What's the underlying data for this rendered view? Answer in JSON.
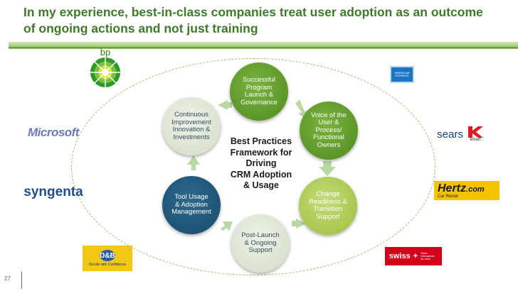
{
  "title": "In my experience, best-in-class companies treat user adoption as an outcome of ongoing actions and not just training",
  "center_label": "Best Practices\nFramework for\nDriving\nCRM Adoption\n& Usage",
  "cycle": [
    {
      "label": "Successful\nProgram\nLaunch &\nGovernance",
      "style": "green"
    },
    {
      "label": "Voice of the\nUser &\nProcess/\nFunctional\nOwners",
      "style": "green"
    },
    {
      "label": "Change\nReadiness &\nTransition\nSupport",
      "style": "lime"
    },
    {
      "label": "Post-Launch\n& Ongoing\nSupport",
      "style": "light"
    },
    {
      "label": "Tool Usage\n& Adoption\nManagement",
      "style": "blue"
    },
    {
      "label": "Continuous\nImprovement\nInnovation &\nInvestments",
      "style": "light"
    }
  ],
  "logos": {
    "bp": {
      "text": "bp",
      "icon": "bp-helios-icon"
    },
    "microsoft": {
      "text": "Microsoft"
    },
    "syngenta": {
      "text": "syngenta"
    },
    "dnb": {
      "text": "D&B",
      "tagline": "Decide with Confidence"
    },
    "amex": {
      "text": "AMERICAN EXPRESS"
    },
    "sears": {
      "text": "sears",
      "kmart": "kmart"
    },
    "hertz": {
      "text": "Hertz",
      "suffix": ".com",
      "tagline": "Car Rental"
    },
    "swiss": {
      "text": "swiss",
      "tagline": "Swiss International Air Lines"
    }
  },
  "slide_number": "27",
  "colors": {
    "title": "#3f7a2b",
    "node_green": "#5f9a2b",
    "node_lime": "#a8c64f",
    "node_blue": "#1b5577",
    "node_light": "#e3e8da",
    "arrow": "#b9d8a4",
    "rule": "#8fbf5d"
  }
}
